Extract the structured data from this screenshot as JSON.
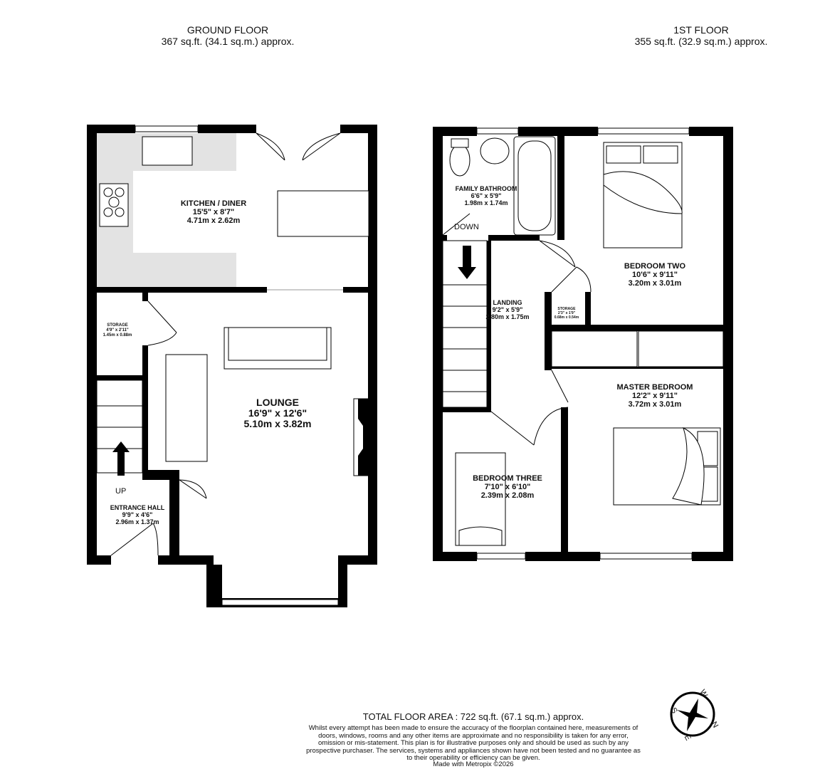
{
  "ground_floor": {
    "title": "GROUND FLOOR",
    "area": "367 sq.ft. (34.1 sq.m.) approx.",
    "rooms": {
      "kitchen": {
        "name": "KITCHEN / DINER",
        "imperial": "15'5\"  x 8'7\"",
        "metric": "4.71m  x 2.62m"
      },
      "storage": {
        "name": "STORAGE",
        "imperial": "4'9\"  x 2'11\"",
        "metric": "1.45m  x 0.88m"
      },
      "lounge": {
        "name": "LOUNGE",
        "imperial": "16'9\"  x 12'6\"",
        "metric": "5.10m  x 3.82m"
      },
      "hall": {
        "name": "ENTRANCE HALL",
        "imperial": "9'9\"  x 4'6\"",
        "metric": "2.96m  x 1.37m"
      }
    },
    "stairs_label": "UP"
  },
  "first_floor": {
    "title": "1ST FLOOR",
    "area": "355 sq.ft. (32.9 sq.m.) approx.",
    "rooms": {
      "bathroom": {
        "name": "FAMILY BATHROOM",
        "imperial": "6'6\"  x 5'9\"",
        "metric": "1.98m  x 1.74m"
      },
      "bedroom2": {
        "name": "BEDROOM TWO",
        "imperial": "10'6\"  x 9'11\"",
        "metric": "3.20m  x 3.01m"
      },
      "landing": {
        "name": "LANDING",
        "imperial": "9'2\"  x 5'9\"",
        "metric": "2.80m  x 1.75m"
      },
      "storage": {
        "name": "STORAGE",
        "imperial": "2'3\"  x 1'9\"",
        "metric": "0.68m  x 0.54m"
      },
      "master": {
        "name": "MASTER BEDROOM",
        "imperial": "12'2\"  x 9'11\"",
        "metric": "3.72m  x 3.01m"
      },
      "bedroom3": {
        "name": "BEDROOM THREE",
        "imperial": "7'10\"  x 6'10\"",
        "metric": "2.39m  x 2.08m"
      }
    },
    "stairs_label": "DOWN"
  },
  "footer": {
    "total": "TOTAL FLOOR AREA : 722 sq.ft. (67.1 sq.m.) approx.",
    "disclaimer": "Whilst every attempt has been made to ensure the accuracy of the floorplan contained here, measurements of doors, windows, rooms and any other items are approximate and no responsibility is taken for any error, omission or mis-statement. This plan is for illustrative purposes only and should be used as such by any prospective purchaser. The services, systems and appliances shown have not been tested and no guarantee as to their operability or efficiency can be given.",
    "made_with": "Made with Metropix ©2026"
  },
  "compass": {
    "icon": "compass-icon",
    "letters": [
      "N",
      "E",
      "S",
      "W"
    ]
  },
  "colors": {
    "wall": "#000000",
    "kitchen_floor": "#e3e3e3"
  }
}
